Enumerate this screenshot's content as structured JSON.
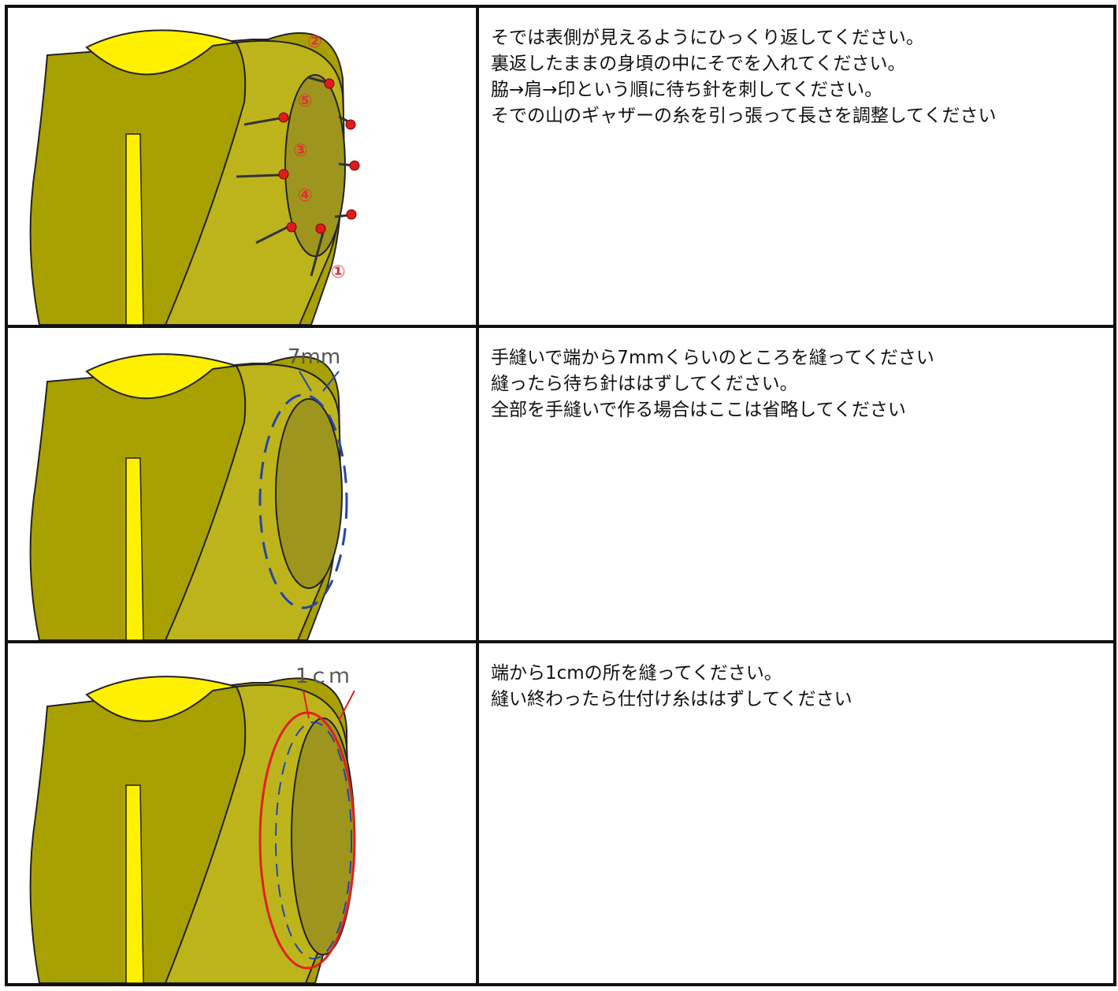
{
  "steps": [
    {
      "lines": [
        "そでは表側が見えるようにひっくり返してください。",
        "裏返したままの身頃の中にそでを入れてください。",
        "脇→肩→印という順に待ち針を刺してください。",
        "そでの山のギャザーの糸を引っ張って長さを調整してください"
      ],
      "callouts": [
        "②",
        "⑤",
        "③",
        "④",
        "①"
      ]
    },
    {
      "lines": [
        "手縫いで端から7mmくらいのところを縫ってください",
        "縫ったら待ち針ははずしてください。",
        "全部を手縫いで作る場合はここは省略してください"
      ],
      "measure": "7mm"
    },
    {
      "lines": [
        "端から1cmの所を縫ってください。",
        "縫い終わったら仕付け糸ははずしてください"
      ],
      "measure": "1ｃｍ"
    }
  ],
  "colors": {
    "body": "#a8a000",
    "sleeve": "#bdb41c",
    "armhole": "#9e951e",
    "lining": "#fff000",
    "pin_head": "#dd1c1c",
    "callout": "#e23333",
    "stitch_blue": "#2546a8",
    "stitch_red": "#e02020"
  }
}
